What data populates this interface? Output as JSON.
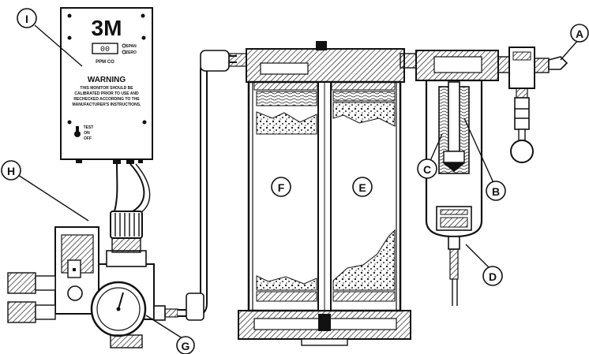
{
  "monitor": {
    "brand": "3M",
    "display_value": "00",
    "display_unit": "PPM CO",
    "switch_labels": [
      "SPAN",
      "ZERO"
    ],
    "warning_title": "WARNING",
    "warning_lines": [
      "THIS MONITOR SHOULD BE",
      "CALIBRATED PRIOR TO USE AND",
      "RECHECKED ACCORDING TO THE",
      "MANUFACTURER'S INSTRUCTIONS."
    ],
    "toggle_labels": [
      "TEST",
      "ON",
      "OFF"
    ]
  },
  "callouts": {
    "A": "A",
    "B": "B",
    "C": "C",
    "D": "D",
    "E": "E",
    "F": "F",
    "G": "G",
    "H": "H",
    "I": "I"
  }
}
